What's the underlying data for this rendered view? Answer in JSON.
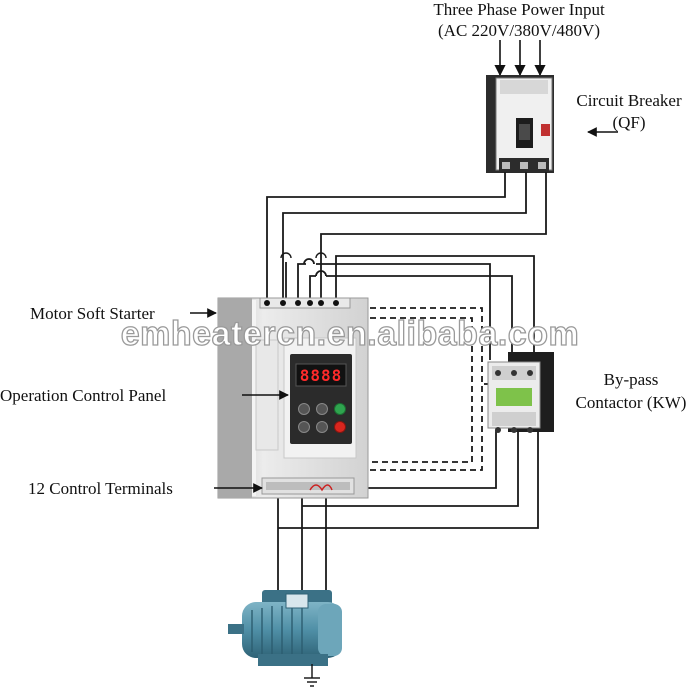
{
  "labels": {
    "power_input_line1": "Three Phase Power Input",
    "power_input_line2": "(AC 220V/380V/480V)",
    "breaker_line1": "Circuit Breaker",
    "breaker_line2": "(QF)",
    "soft_starter": "Motor Soft Starter",
    "control_panel": "Operation Control Panel",
    "control_terminals": "12 Control Terminals",
    "bypass_line1": "By-pass",
    "bypass_line2": "Contactor (KW)"
  },
  "watermark": "emheatercn.en.alibaba.com",
  "display_readout": "8888",
  "colors": {
    "wire": "#1a1a1a",
    "starter_body": "#dcdcdc",
    "panel_dark": "#2b2b2b",
    "display_red": "#ff2a2a",
    "button_green": "#2fa44f",
    "button_red": "#d8261e",
    "motor_blue": "#4f8fa6"
  }
}
